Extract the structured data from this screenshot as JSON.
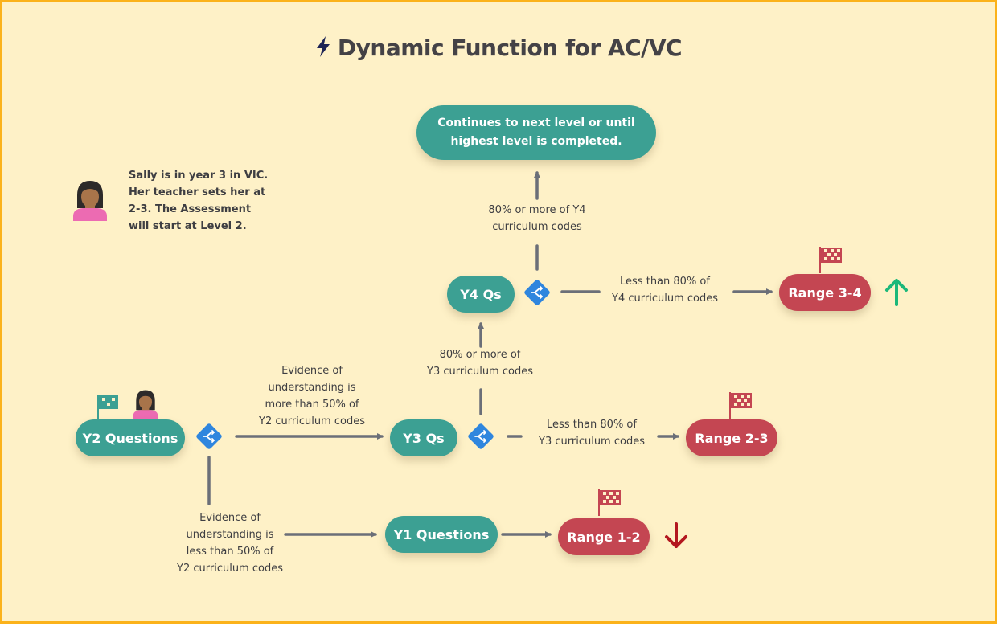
{
  "title": "Dynamic Function for AC/VC",
  "colors": {
    "background": "#fef1c7",
    "border": "#fbb21a",
    "teal_node": "#3ca093",
    "red_node": "#c44652",
    "decision": "#2f86de",
    "connector": "#6b6f78",
    "up_arrow": "#1cb87a",
    "down_arrow": "#b3171f"
  },
  "note": {
    "icon": "student-avatar-icon",
    "lines": [
      "Sally is in year 3 in VIC.",
      "Her teacher sets her at",
      "2-3. The Assessment",
      "will start at Level 2."
    ]
  },
  "nodes": {
    "continue": {
      "lines": [
        "Continues to next level or until",
        "highest level is completed."
      ]
    },
    "y4": {
      "label": "Y4 Qs"
    },
    "y3": {
      "label": "Y3 Qs"
    },
    "y2": {
      "label": "Y2 Questions"
    },
    "y1": {
      "label": "Y1 Questions"
    },
    "range34": {
      "label": "Range 3-4"
    },
    "range23": {
      "label": "Range 2-3"
    },
    "range12": {
      "label": "Range 1-2"
    }
  },
  "edges": {
    "y4_up": {
      "lines": [
        "80% or more of Y4",
        "curriculum codes"
      ]
    },
    "y4_right": {
      "lines": [
        "Less than 80% of",
        "Y4 curriculum codes"
      ]
    },
    "y3_up": {
      "lines": [
        "80% or more of",
        "Y3 curriculum codes"
      ]
    },
    "y3_right": {
      "lines": [
        "Less than 80% of",
        "Y3 curriculum codes"
      ]
    },
    "y2_right": {
      "lines": [
        "Evidence of",
        "understanding is",
        "more than 50% of",
        "Y2 curriculum codes"
      ]
    },
    "y2_down": {
      "lines": [
        "Evidence of",
        "understanding is",
        "less than 50% of",
        "Y2 curriculum codes"
      ]
    }
  },
  "icons": {
    "title": "lightning-bolt-icon",
    "decision": "split-arrows-icon",
    "start_flag": "start-flag-icon",
    "finish_flag": "checkered-flag-icon",
    "up": "arrow-up-icon",
    "down": "arrow-down-icon"
  }
}
